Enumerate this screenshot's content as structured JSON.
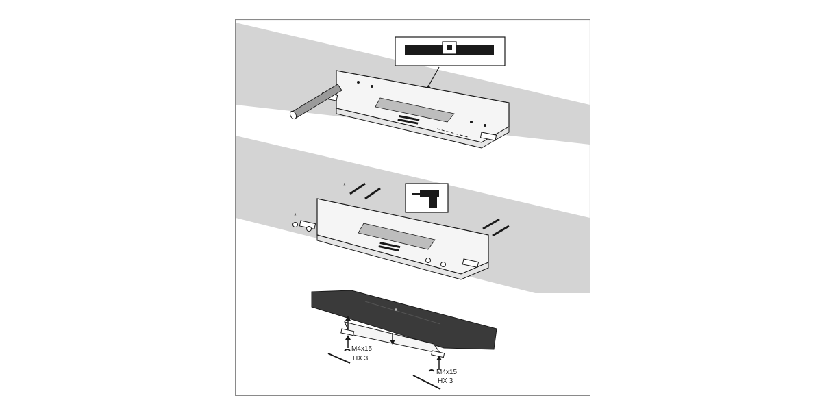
{
  "steps": [
    {
      "icon": "spirit-level-icon"
    },
    {
      "icon": "power-drill-icon"
    },
    {
      "icon": "soundbar-icon",
      "fasteners": [
        {
          "screw": "M4x15",
          "key": "HX 3"
        },
        {
          "screw": "M4x15",
          "key": "HX 3"
        }
      ]
    }
  ],
  "colors": {
    "wall": "#d4d4d4",
    "frame": "#8a8a8a",
    "soundbar": "#3a3a3a",
    "line": "#1a1a1a"
  }
}
